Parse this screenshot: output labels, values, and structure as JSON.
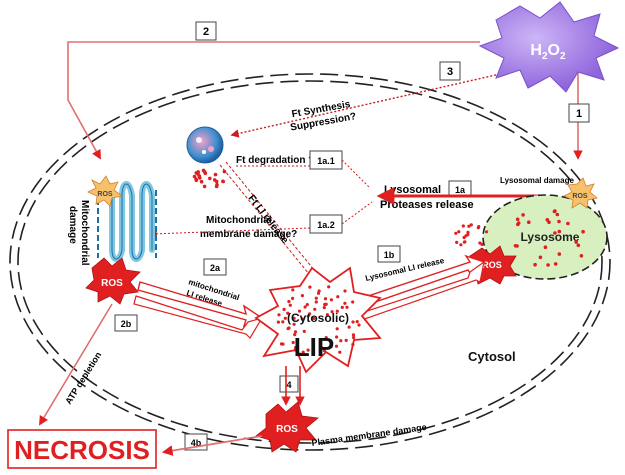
{
  "colors": {
    "red": "#e02020",
    "dark_red": "#c81d1d",
    "pink": "#e8746f",
    "lysosome": "#d8f0c0",
    "mito": "#7ec8e3",
    "burst_orange": "#f7c06a",
    "h2o2_purple": "#a884e6"
  },
  "h2o2": {
    "base": "H",
    "sub1": "2",
    "mid": "O",
    "sub2": "2"
  },
  "steps": {
    "s1": "1",
    "s2": "2",
    "s2a": "2a",
    "s2b": "2b",
    "s3": "3",
    "s4": "4",
    "s4b": "4b",
    "s1a": "1a",
    "s1a1": "1a.1",
    "s1a2": "1a.2",
    "s1b": "1b"
  },
  "labels": {
    "ft_synthesis": "Ft Synthesis",
    "suppression": "Suppression?",
    "ft_degradation": "Ft degradation ?",
    "ft_li_release": "Ft LI release",
    "mito_membrane_1": "Mitochondrial",
    "mito_membrane_2": "membrane damage?",
    "mito_damage_1": "Mitochondrial",
    "mito_damage_2": "damage",
    "lysosomal": "Lysosomal",
    "proteases_release": "Proteases release",
    "lysosomal_damage": "Lysosomal damage",
    "lysosome": "Lysosome",
    "lysosomal_li_release": "Lysosomal LI release",
    "mito_li_1": "mitochondrial",
    "mito_li_2": "LI release",
    "cytosolic": "(Cytosolic)",
    "lip": "LIP",
    "cytosol": "Cytosol",
    "atp_depletion": "ATP depletion",
    "plasma_membrane_damage": "Plasma membrane damage",
    "necrosis": "NECROSIS",
    "ros": "ROS"
  }
}
